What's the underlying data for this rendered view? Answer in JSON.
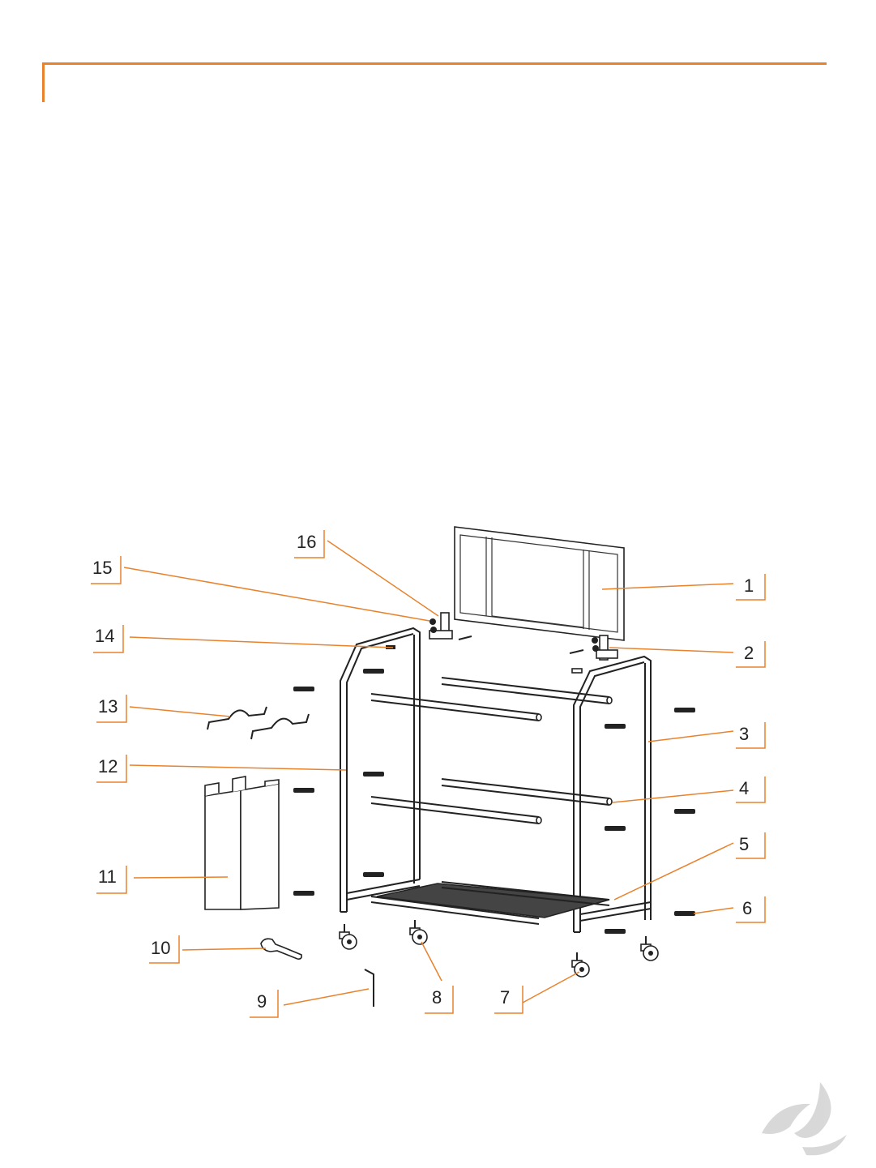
{
  "header": {
    "accent_color": "#E8822C"
  },
  "callouts": [
    {
      "number": "1"
    },
    {
      "number": "2"
    },
    {
      "number": "3"
    },
    {
      "number": "4"
    },
    {
      "number": "5"
    },
    {
      "number": "6"
    },
    {
      "number": "7"
    },
    {
      "number": "8"
    },
    {
      "number": "9"
    },
    {
      "number": "10"
    },
    {
      "number": "11"
    },
    {
      "number": "12"
    },
    {
      "number": "13"
    },
    {
      "number": "14"
    },
    {
      "number": "15"
    },
    {
      "number": "16"
    }
  ],
  "logo": {
    "icon": "swirl-logo-icon"
  }
}
